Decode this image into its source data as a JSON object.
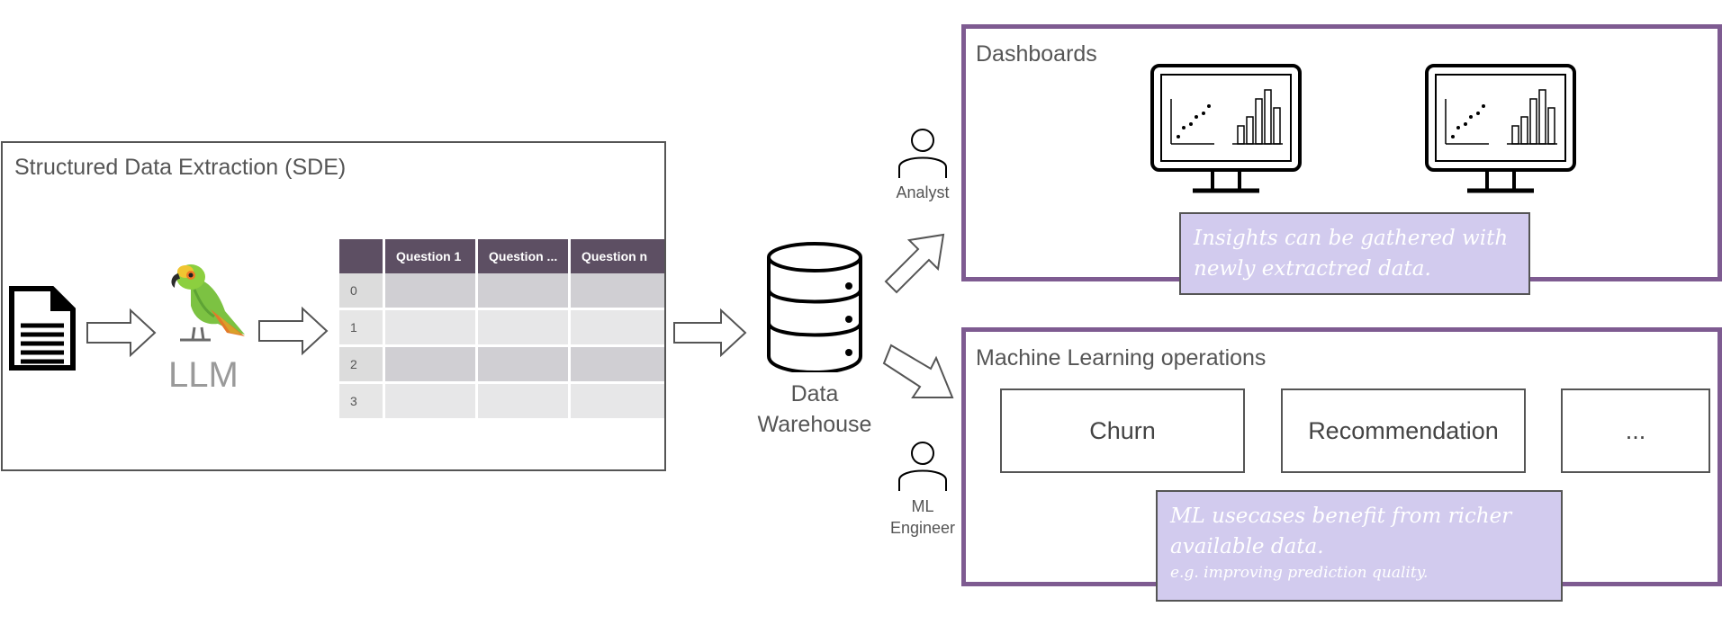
{
  "sde": {
    "title": "Structured Data Extraction (SDE)",
    "llm_label": "LLM",
    "table": {
      "headers": [
        "Question 1",
        "Question ...",
        "Question n"
      ],
      "rows": [
        "0",
        "1",
        "2",
        "3"
      ]
    }
  },
  "warehouse": {
    "label_line1": "Data",
    "label_line2": "Warehouse"
  },
  "roles": {
    "analyst": "Analyst",
    "ml_engineer_line1": "ML",
    "ml_engineer_line2": "Engineer"
  },
  "dashboards": {
    "title": "Dashboards",
    "note_line1": "Insights can be gathered with",
    "note_line2": "newly extractred data."
  },
  "ml_ops": {
    "title": "Machine Learning operations",
    "items": [
      "Churn",
      "Recommendation",
      "..."
    ],
    "note_line1": "ML usecases benefit from richer",
    "note_line2": "available data.",
    "note_small": "e.g. improving prediction quality."
  },
  "colors": {
    "purple_border": "#7e5b91",
    "note_fill": "#d2cbee",
    "table_header": "#5d4f63"
  },
  "icons": [
    "document-icon",
    "parrot-icon",
    "database-icon",
    "person-icon",
    "monitor-chart-icon",
    "arrow-icon"
  ]
}
